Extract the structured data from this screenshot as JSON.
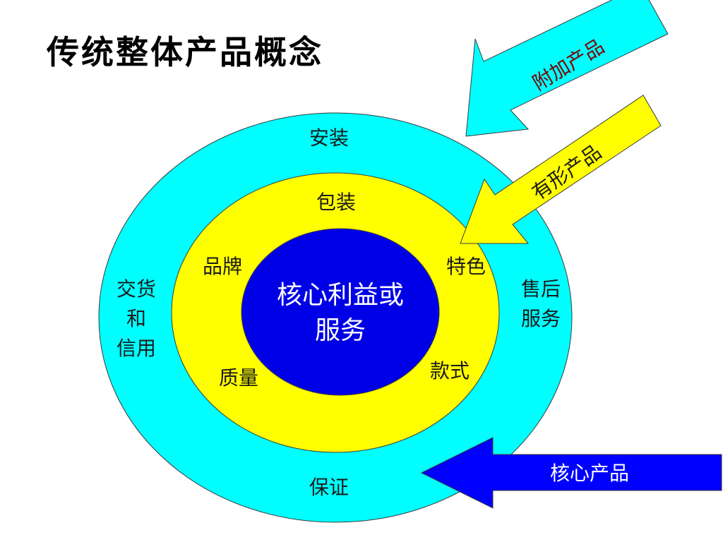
{
  "title": "传统整体产品概念",
  "colors": {
    "outer_ring": "#00ffff",
    "middle_ring": "#ffff00",
    "core": "#0000e6",
    "arrow_augmented": "#00ffff",
    "arrow_tangible": "#ffff00",
    "arrow_core": "#0000ff",
    "text_augmented": "#7f0000",
    "text_core": "#ffffff"
  },
  "rings": {
    "outer": {
      "top": "安装",
      "left": [
        "交货",
        "和",
        "信用"
      ],
      "right": [
        "售后",
        "服务"
      ],
      "bottom": "保证"
    },
    "middle": {
      "top": "包装",
      "upper_left": "品牌",
      "upper_right": "特色",
      "lower_left": "质量",
      "lower_right": "款式"
    },
    "core": {
      "line1": "核心利益或",
      "line2": "服务"
    }
  },
  "arrows": {
    "augmented_product": "附加产品",
    "tangible_product": "有形产品",
    "core_product": "核心产品"
  }
}
